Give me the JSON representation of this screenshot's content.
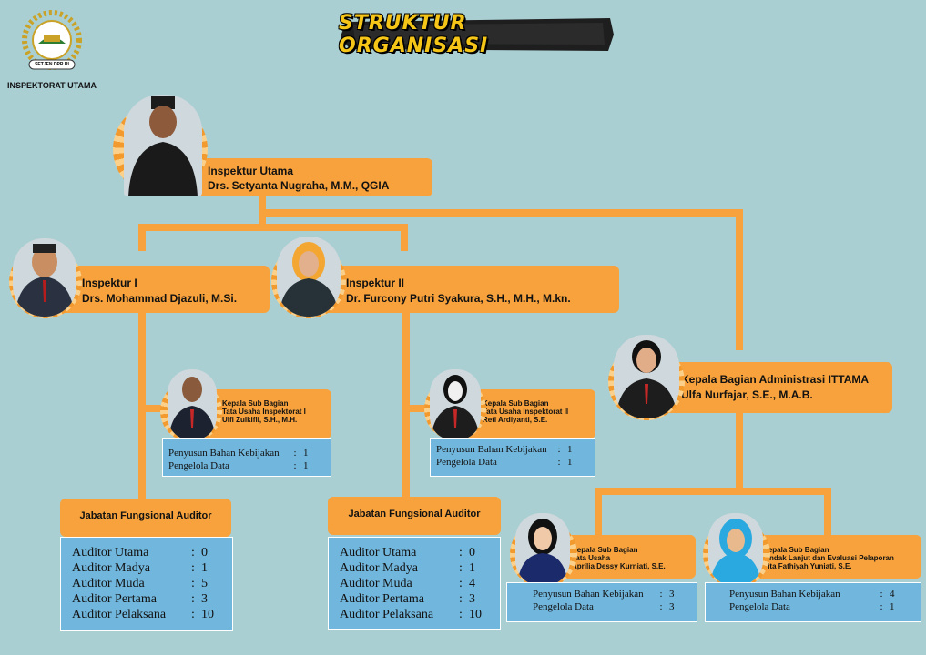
{
  "header": {
    "title": "STRUKTUR ORGANISASI",
    "unit": "INSPEKTORAT UTAMA",
    "logo_text": "SETJEN DPR RI"
  },
  "colors": {
    "background": "#a9cfd3",
    "card": "#f7a23c",
    "box": "#71b6dc",
    "title_text": "#f5c518"
  },
  "top": {
    "role": "Inspektur Utama",
    "name": "Drs. Setyanta Nugraha, M.M., QGIA"
  },
  "insp1": {
    "role": "Inspektur I",
    "name": "Drs. Mohammad Djazuli, M.Si."
  },
  "insp2": {
    "role": "Inspektur II",
    "name": "Dr. Furcony Putri Syakura, S.H., M.H., M.kn."
  },
  "kabag": {
    "role": "Kepala Bagian Administrasi ITTAMA",
    "name": "Ulfa Nurfajar, S.E., M.A.B."
  },
  "sub1": {
    "line1": "Kepala Sub Bagian",
    "line2": "Tata Usaha Inspektorat I",
    "line3": "Ulfi Zulkifli, S.H., M.H.",
    "rows": [
      {
        "label": "Penyusun Bahan Kebijakan",
        "value": "1"
      },
      {
        "label": "Pengelola Data",
        "value": "1"
      }
    ]
  },
  "sub2": {
    "line1": "Kepala Sub Bagian",
    "line2": "Tata Usaha Inspektorat II",
    "line3": "Reti Ardiyanti, S.E.",
    "rows": [
      {
        "label": "Penyusun Bahan Kebijakan",
        "value": "1"
      },
      {
        "label": "Pengelola Data",
        "value": "1"
      }
    ]
  },
  "sub3": {
    "line1": "Kepala Sub Bagian",
    "line2": "Tata Usaha",
    "line3": "Aprilia Dessy Kurniati, S.E.",
    "rows": [
      {
        "label": "Penyusun Bahan Kebijakan",
        "value": "3"
      },
      {
        "label": "Pengelola Data",
        "value": "3"
      }
    ]
  },
  "sub4": {
    "line1": "Kepala Sub Bagian",
    "line2": "Tindak Lanjut dan Evaluasi Pelaporan",
    "line3": "Vita Fathiyah Yuniati, S.E.",
    "rows": [
      {
        "label": "Penyusun Bahan Kebijakan",
        "value": "4"
      },
      {
        "label": "Pengelola Data",
        "value": "1"
      }
    ]
  },
  "jfa1": {
    "title": "Jabatan Fungsional Auditor",
    "rows": [
      {
        "label": "Auditor Utama",
        "value": "0"
      },
      {
        "label": "Auditor Madya",
        "value": "1"
      },
      {
        "label": "Auditor Muda",
        "value": "5"
      },
      {
        "label": "Auditor Pertama",
        "value": "3"
      },
      {
        "label": "Auditor Pelaksana",
        "value": "10"
      }
    ]
  },
  "jfa2": {
    "title": "Jabatan Fungsional Auditor",
    "rows": [
      {
        "label": "Auditor Utama",
        "value": "0"
      },
      {
        "label": "Auditor Madya",
        "value": "1"
      },
      {
        "label": "Auditor Muda",
        "value": "4"
      },
      {
        "label": "Auditor Pertama",
        "value": "3"
      },
      {
        "label": "Auditor Pelaksana",
        "value": "10"
      }
    ]
  }
}
